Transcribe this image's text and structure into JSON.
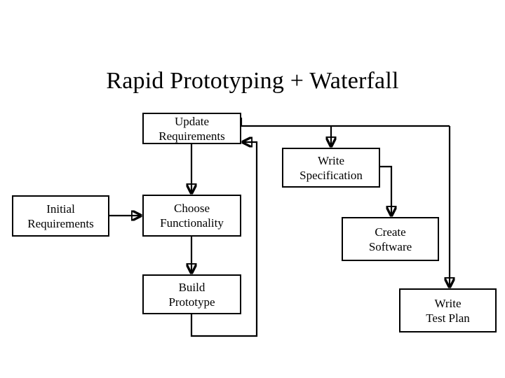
{
  "slide": {
    "title": "Rapid Prototyping + Waterfall",
    "background_color": "#ffffff",
    "line_color": "#000000",
    "box_fill_color": "#ffffff"
  },
  "diagram": {
    "type": "flowchart",
    "nodes": [
      {
        "id": "update-requirements",
        "line1": "Update",
        "line2": "Requirements"
      },
      {
        "id": "write-specification",
        "line1": "Write",
        "line2": "Specification"
      },
      {
        "id": "initial-requirements",
        "line1": "Initial",
        "line2": "Requirements"
      },
      {
        "id": "choose-functionality",
        "line1": "Choose",
        "line2": "Functionality"
      },
      {
        "id": "create-software",
        "line1": "Create",
        "line2": "Software"
      },
      {
        "id": "build-prototype",
        "line1": "Build",
        "line2": "Prototype"
      },
      {
        "id": "write-test-plan",
        "line1": "Write",
        "line2": "Test Plan"
      }
    ],
    "edges": [
      {
        "id": "initial-to-choose",
        "from": "initial-requirements",
        "to": "choose-functionality",
        "arrow": true
      },
      {
        "id": "update-to-choose",
        "from": "update-requirements",
        "to": "choose-functionality",
        "arrow": true
      },
      {
        "id": "choose-to-build",
        "from": "choose-functionality",
        "to": "build-prototype",
        "arrow": true
      },
      {
        "id": "build-to-update-feedback",
        "from": "build-prototype",
        "to": "update-requirements",
        "arrow": true
      },
      {
        "id": "update-to-write-spec",
        "from": "update-requirements",
        "to": "write-specification",
        "arrow": true
      },
      {
        "id": "update-to-write-test-plan",
        "from": "update-requirements",
        "to": "write-test-plan",
        "arrow": true
      },
      {
        "id": "spec-to-create-software",
        "from": "write-specification",
        "to": "create-software",
        "arrow": true
      }
    ]
  }
}
